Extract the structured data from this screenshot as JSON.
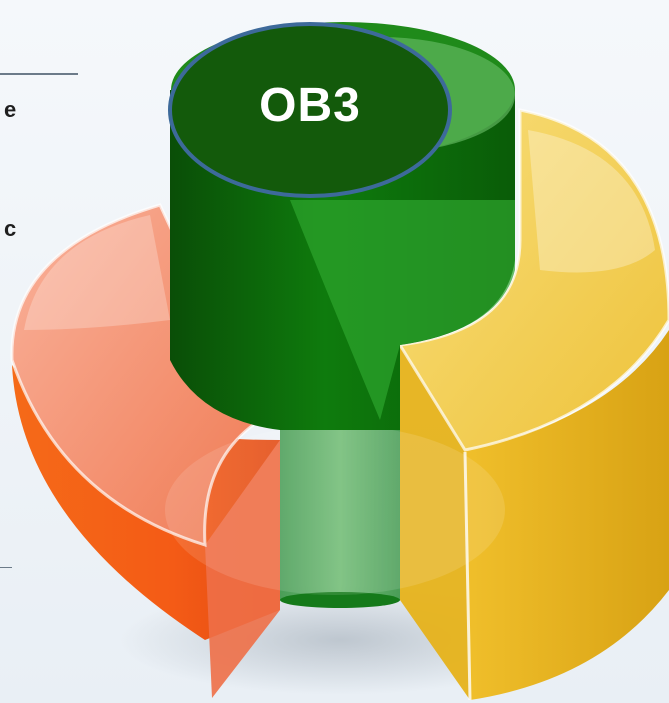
{
  "left_text": {
    "fragment_1": "e",
    "fragment_2": "c"
  },
  "center_label": "OB3",
  "colors": {
    "orange": "#f35a16",
    "green": "#0e7a0e",
    "yellow": "#e8b51b",
    "label_fill": "#135a0b",
    "label_stroke": "#3d6a9a"
  }
}
